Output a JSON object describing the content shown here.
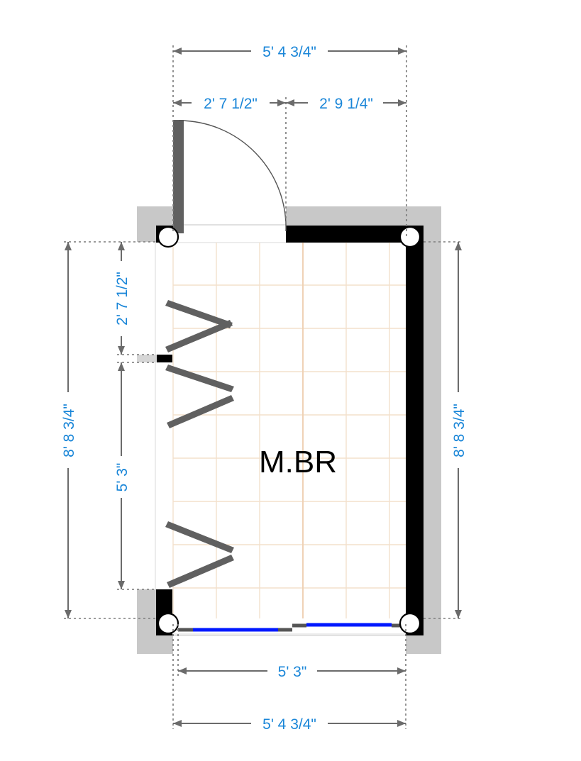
{
  "room": {
    "label": "M.BR"
  },
  "dimensions": {
    "top_overall": "5' 4 3/4\"",
    "top_door_opening": "2' 7 1/2\"",
    "top_wall_segment": "2' 9 1/4\"",
    "left_overall": "8' 8 3/4\"",
    "left_upper_segment": "2' 7 1/2\"",
    "left_lower_segment": "5' 3\"",
    "right_overall": "8' 8 3/4\"",
    "bottom_window_span": "5' 3\"",
    "bottom_overall": "5' 4 3/4\""
  },
  "colors": {
    "dimension_text": "#1a86d8",
    "wall": "#000000",
    "wall_shell": "#c8c8c8",
    "floor_grid": "#f3e0cc",
    "window": "#0018ff",
    "door_leaf": "#606060"
  }
}
